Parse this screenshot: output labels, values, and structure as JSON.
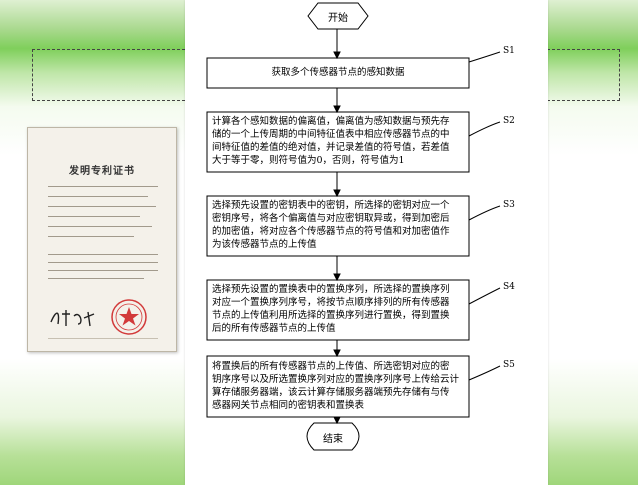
{
  "flowchart": {
    "start": "开始",
    "end": "结束",
    "steps": [
      {
        "label": "S1",
        "lines": [
          "获取多个传感器节点的感知数据"
        ]
      },
      {
        "label": "S2",
        "lines": [
          "计算各个感知数据的偏离值，偏离值为感知数据与预先存",
          "储的一个上传周期的中间特征值表中相应传感器节点的中",
          "间特征值的差值的绝对值，并记录差值的符号值，若差值",
          "大于等于零，则符号值为0，否则，符号值为1"
        ]
      },
      {
        "label": "S3",
        "lines": [
          "选择预先设置的密钥表中的密钥，所选择的密钥对应一个",
          "密钥序号，将各个偏离值与对应密钥取异或，得到加密后",
          "的加密值，将对应各个传感器节点的符号值和对加密值作",
          "为该传感器节点的上传值"
        ]
      },
      {
        "label": "S4",
        "lines": [
          "选择预先设置的置换表中的置换序列，所选择的置换序列",
          "对应一个置换序列序号，将按节点顺序排列的所有传感器",
          "节点的上传值利用所选择的置换序列进行置换，得到置换",
          "后的所有传感器节点的上传值"
        ]
      },
      {
        "label": "S5",
        "lines": [
          "将置换后的所有传感器节点的上传值、所选密钥对应的密",
          "钥序序号以及所选置换序列对应的置换序列序号上传给云计",
          "算存储服务器端，该云计算存储服务器端预先存储有与传",
          "感器网关节点相同的密钥表和置换表"
        ]
      }
    ]
  },
  "certificate": {
    "title": "发明专利证书"
  }
}
